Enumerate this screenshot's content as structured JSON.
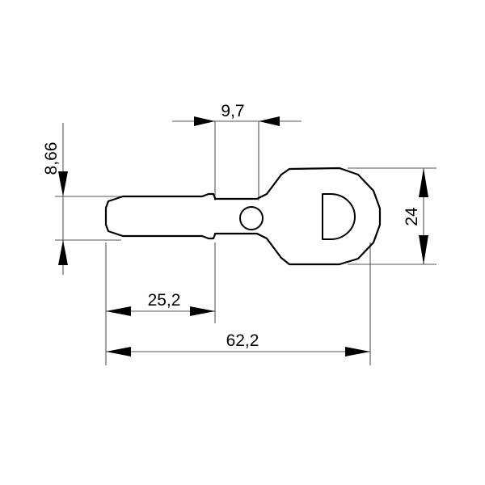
{
  "drawing": {
    "title": "Key blank dimensioned drawing",
    "part_name": "key",
    "background_color": "#ffffff",
    "line_color": "#000000",
    "dimension_line_color": "#555555",
    "units": "mm",
    "decimal_separator": "comma"
  },
  "dimensions": {
    "width_97": {
      "label": "9,7",
      "orientation": "horizontal",
      "arrow_style": "outside",
      "description": "shoulder width near key blade step"
    },
    "height_866": {
      "label": "8,66",
      "orientation": "vertical",
      "rotated": "90-ccw",
      "arrow_style": "outside",
      "description": "blade thickness at left"
    },
    "height_24": {
      "label": "24",
      "orientation": "vertical",
      "rotated": "90-ccw",
      "arrow_style": "outside",
      "description": "overall bow height"
    },
    "length_252": {
      "label": "25,2",
      "orientation": "horizontal",
      "arrow_style": "inside",
      "description": "blade length from tip to shoulder"
    },
    "length_622": {
      "label": "62,2",
      "orientation": "horizontal",
      "arrow_style": "inside",
      "description": "overall key length"
    }
  },
  "features": {
    "blade": "chamfered tip blade on left",
    "shoulder_step": "step notch where blade meets shank",
    "round_hole": "small circular hole in shank",
    "d_cutout": "D-shaped half-round cutout in bow",
    "bow": "rounded polygonal key head"
  }
}
